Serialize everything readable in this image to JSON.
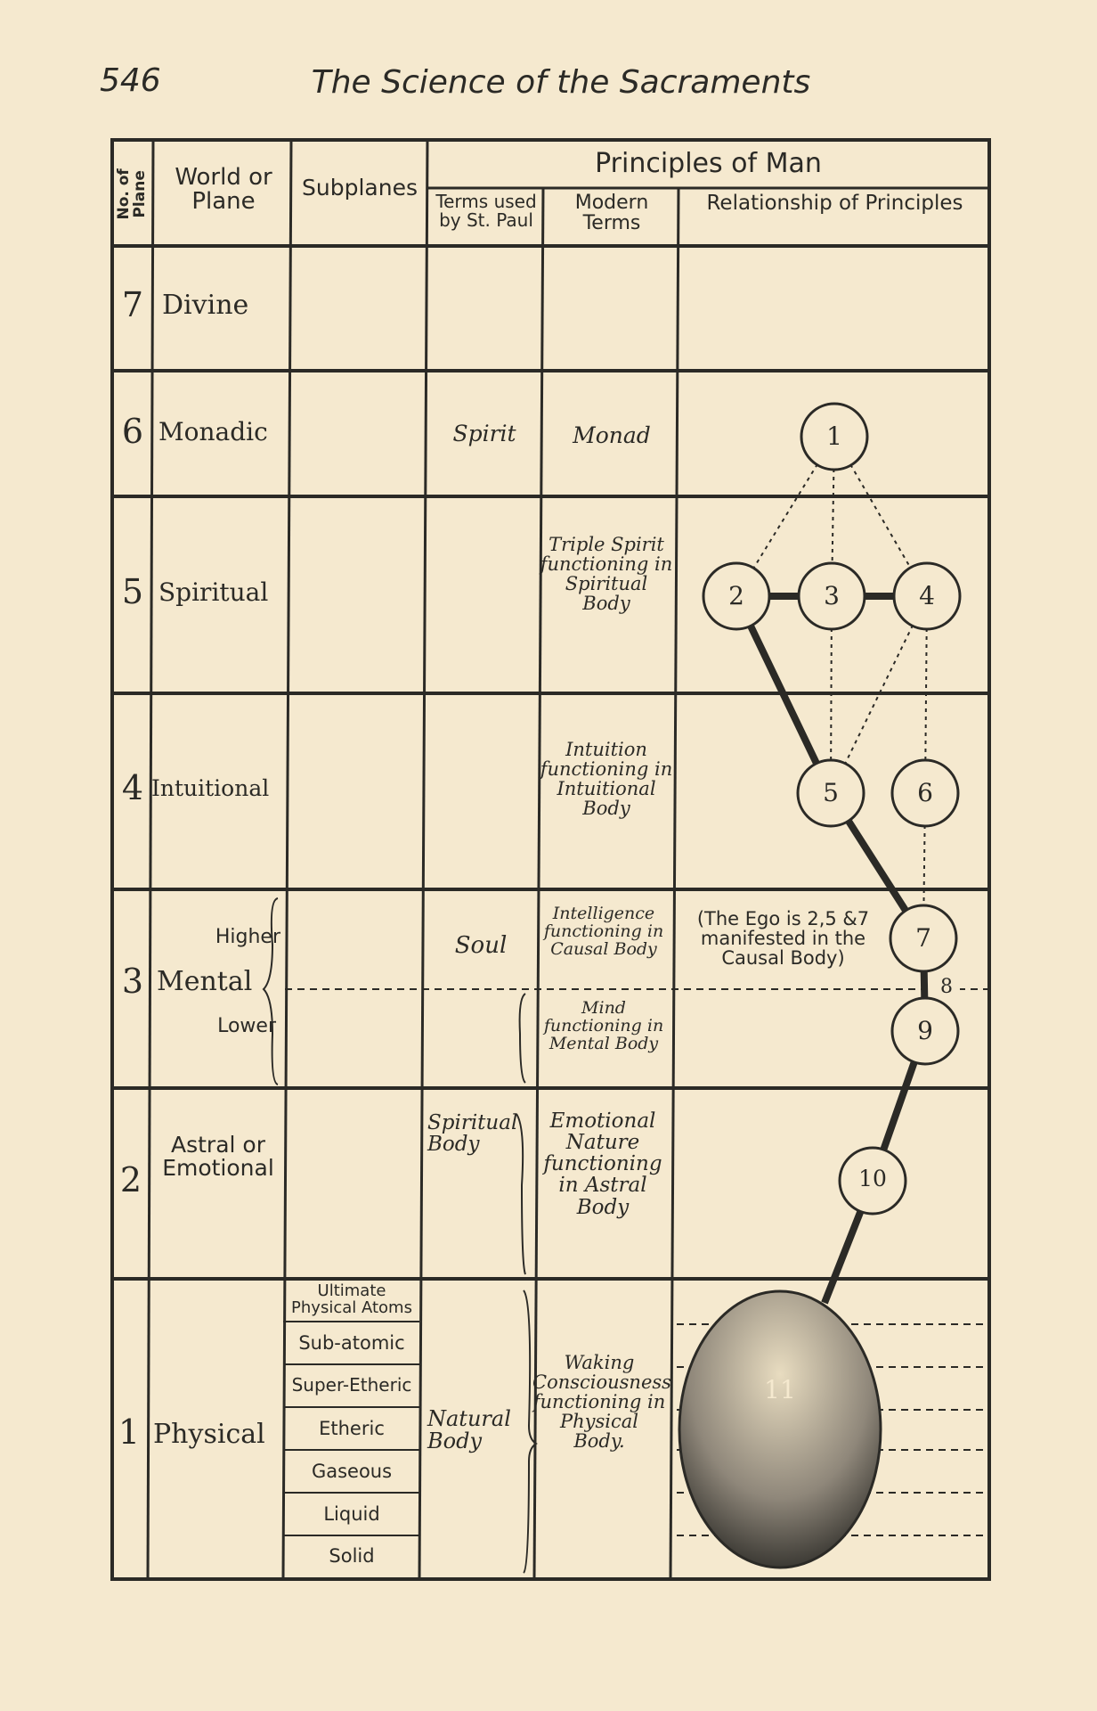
{
  "page": {
    "number": "546",
    "title": "The Science of the Sacraments"
  },
  "header": {
    "no_of_plane": "No. of Plane",
    "world": "World or Plane",
    "subplanes": "Subplanes",
    "principles": "Principles of Man",
    "st_paul": "Terms used by St. Paul",
    "modern": "Modern Terms",
    "relationship": "Relationship of Principles"
  },
  "rows": [
    {
      "no": "7",
      "plane": "Divine"
    },
    {
      "no": "6",
      "plane": "Monadic",
      "paul": "Spirit",
      "modern": "Monad"
    },
    {
      "no": "5",
      "plane": "Spiritual",
      "modern": "Triple Spirit functioning in Spiritual Body"
    },
    {
      "no": "4",
      "plane": "Intuitional",
      "modern": "Intuition functioning in Intuitional Body"
    },
    {
      "no": "3",
      "plane": "Mental",
      "higher": "Higher",
      "lower": "Lower",
      "paul": "Soul",
      "modern_higher": "Intelligence functioning in Causal Body",
      "modern_lower": "Mind functioning in Mental Body",
      "note": "(The Ego is 2,5 &7 manifested in the Causal Body)"
    },
    {
      "no": "2",
      "plane": "Astral or Emotional",
      "paul": "Spiritual Body",
      "modern": "Emotional Nature functioning in Astral Body"
    },
    {
      "no": "1",
      "plane": "Physical",
      "paul": "Natural Body",
      "modern": "Waking Consciousness functioning in Physical Body.",
      "subplanes": [
        "Ultimate Physical Atoms",
        "Sub-atomic",
        "Super-Etheric",
        "Etheric",
        "Gaseous",
        "Liquid",
        "Solid"
      ]
    }
  ],
  "principles": [
    "1",
    "2",
    "3",
    "4",
    "5",
    "6",
    "7",
    "8",
    "9",
    "10",
    "11"
  ]
}
